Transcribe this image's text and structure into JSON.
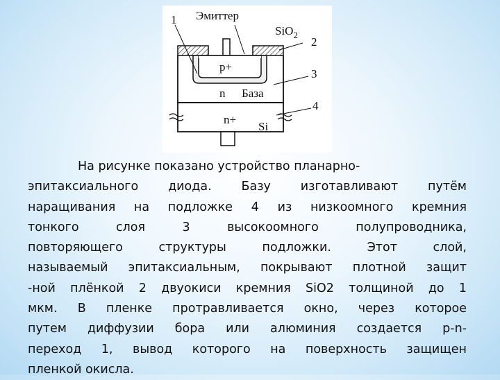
{
  "diagram": {
    "labels": {
      "emitter": "Эмиттер",
      "oxide": "SiO",
      "oxide_sub": "2",
      "p_plus": "p+",
      "n": "n",
      "base": "База",
      "n_plus": "n+",
      "si": "Si",
      "callout_1": "1",
      "callout_2": "2",
      "callout_3": "3",
      "callout_4": "4"
    }
  },
  "paragraph": {
    "lines": [
      "На рисунке показано устройство планарно-",
      "эпитаксиального диода. Базу изготавливают путём",
      "наращивания на подложке 4 из низкоомного кремния",
      "тонкого слоя 3 высокоомного полупроводника,",
      "повторяющего структуры подложки. Этот слой,",
      "называемый эпитаксиальным, покрывают плотной защит",
      "-ной плёнкой 2 двуокиси кремния SiO2 толщиной до 1",
      "мкм. В пленке протравливается окно, через которое",
      "путем диффузии бора или алюминия создается p-n-",
      "переход 1, вывод которого на поверхность защищен",
      "пленкой окисла."
    ]
  }
}
